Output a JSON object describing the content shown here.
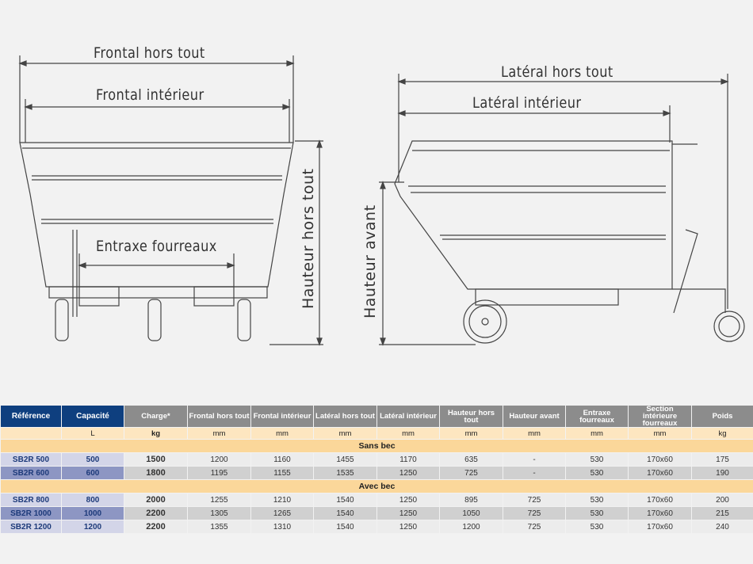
{
  "drawing": {
    "front_view": {
      "frontal_hors_tout": "Frontal hors tout",
      "frontal_interieur": "Frontal intérieur",
      "entraxe_fourreaux": "Entraxe fourreaux",
      "hauteur_hors_tout": "Hauteur hors tout"
    },
    "side_view": {
      "lateral_hors_tout": "Latéral hors tout",
      "lateral_interieur": "Latéral intérieur",
      "hauteur_avant": "Hauteur avant"
    }
  },
  "table": {
    "headers": [
      "Référence",
      "Capacité",
      "Charge*",
      "Frontal hors tout",
      "Frontal intérieur",
      "Latéral hors tout",
      "Latéral intérieur",
      "Hauteur hors tout",
      "Hauteur avant",
      "Entraxe fourreaux",
      "Section intérieure fourreaux",
      "Poids"
    ],
    "units": [
      "",
      "L",
      "kg",
      "mm",
      "mm",
      "mm",
      "mm",
      "mm",
      "mm",
      "mm",
      "mm",
      "kg"
    ],
    "sections": [
      {
        "title": "Sans bec",
        "rows": [
          [
            "SB2R 500",
            "500",
            "1500",
            "1200",
            "1160",
            "1455",
            "1170",
            "635",
            "-",
            "530",
            "170x60",
            "175"
          ],
          [
            "SB2R 600",
            "600",
            "1800",
            "1195",
            "1155",
            "1535",
            "1250",
            "725",
            "-",
            "530",
            "170x60",
            "190"
          ]
        ]
      },
      {
        "title": "Avec bec",
        "rows": [
          [
            "SB2R 800",
            "800",
            "2000",
            "1255",
            "1210",
            "1540",
            "1250",
            "895",
            "725",
            "530",
            "170x60",
            "200"
          ],
          [
            "SB2R 1000",
            "1000",
            "2200",
            "1305",
            "1265",
            "1540",
            "1250",
            "1050",
            "725",
            "530",
            "170x60",
            "215"
          ],
          [
            "SB2R 1200",
            "1200",
            "2200",
            "1355",
            "1310",
            "1540",
            "1250",
            "1200",
            "725",
            "530",
            "170x60",
            "240"
          ]
        ]
      }
    ]
  }
}
